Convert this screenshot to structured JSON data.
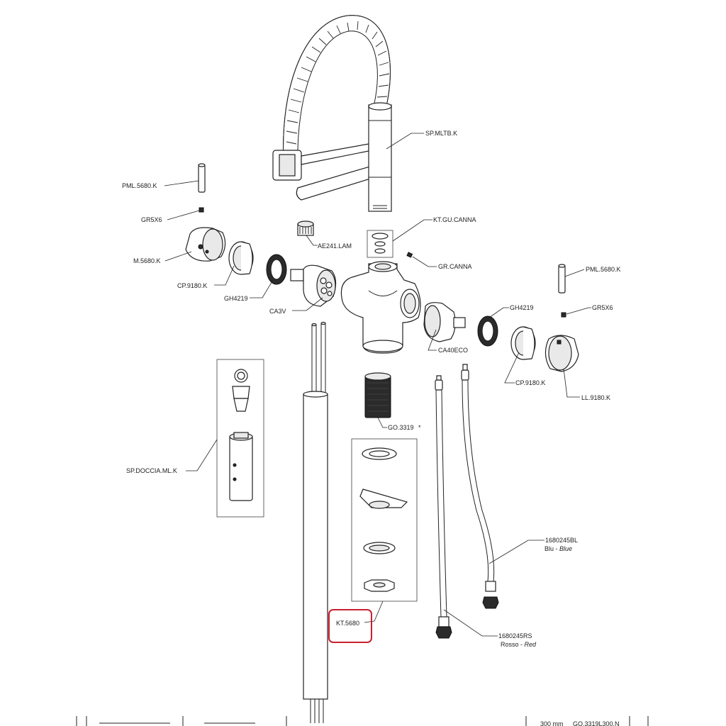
{
  "diagram": {
    "labels": {
      "sp_mltb": "SP.MLTB.K",
      "pml_left": "PML.5680.K",
      "gr5x6_left": "GR5X6",
      "m5680": "M.5680.K",
      "cp9180_left": "CP.9180.K",
      "gh4219_left": "GH4219",
      "ca3v": "CA3V",
      "ae241": "AE241.LAM",
      "kt_gu_canna": "KT.GU.CANNA",
      "gr_canna": "GR.CANNA",
      "pml_right": "PML.5680.K",
      "gr5x6_right": "GR5X6",
      "gh4219_right": "GH4219",
      "ca40eco": "CA40ECO",
      "cp9180_right": "CP.9180.K",
      "ll9180": "LL.9180.K",
      "go3319": "GO.3319",
      "go3319_mark": "*",
      "sp_doccia": "SP.DOCCIA.ML.K",
      "hose_blue_code": "1680245BL",
      "hose_blue_it": "Blu - ",
      "hose_blue_en": "Blue",
      "hose_red_code": "1680245RS",
      "hose_red_it": "Rosso - ",
      "hose_red_en": "Red",
      "kt5680": "KT.5680",
      "footer_length": "300 mm",
      "footer_code": "GO.3319L300.N"
    },
    "highlight_color": "#c8202e"
  }
}
